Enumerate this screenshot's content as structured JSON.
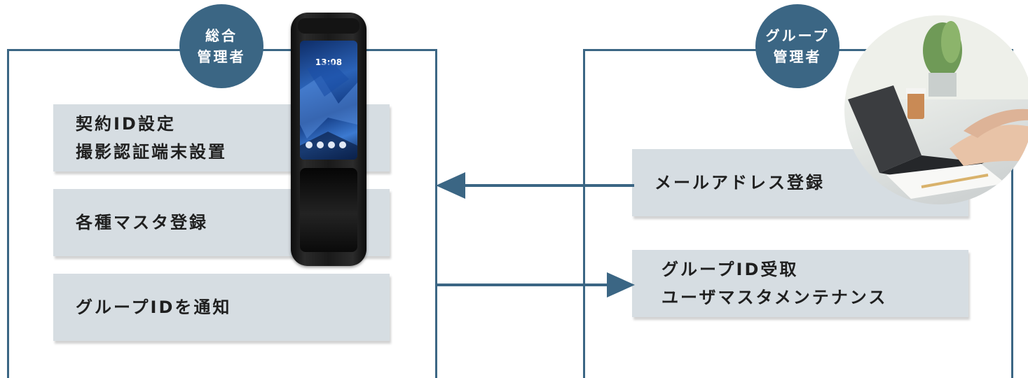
{
  "left_group": {
    "badge_line1": "総合",
    "badge_line2": "管理者",
    "tasks": [
      {
        "line1": "契約ID設定",
        "line2": "撮影認証端末設置"
      },
      {
        "line1": "各種マスタ登録"
      },
      {
        "line1": "グループIDを通知"
      }
    ]
  },
  "right_group": {
    "badge_line1": "グループ",
    "badge_line2": "管理者",
    "tasks": [
      {
        "line1": "メールアドレス登録"
      },
      {
        "line1": "グループID受取",
        "line2": "ユーザマスタメンテナンス"
      }
    ]
  },
  "device": {
    "clock": "13:08"
  },
  "colors": {
    "accent": "#3b6684",
    "box_fill": "#d6dde2",
    "text": "#1f1f1f"
  },
  "icons": {
    "device": "auth-terminal-device",
    "photo": "laptop-user-photo",
    "arrow_left": "left-arrow",
    "arrow_right": "right-arrow"
  }
}
